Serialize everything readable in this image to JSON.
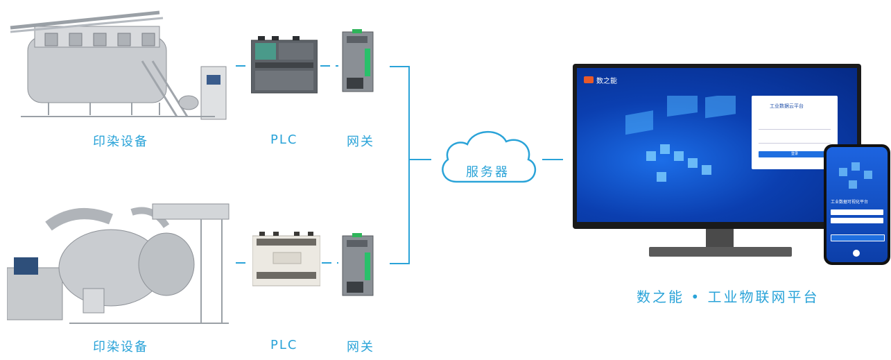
{
  "devices": [
    {
      "equipment": "印染设备",
      "plc": "PLC",
      "gateway": "网关"
    },
    {
      "equipment": "印染设备",
      "plc": "PLC",
      "gateway": "网关"
    }
  ],
  "server": {
    "label": "服务器"
  },
  "platform": {
    "caption": "数之能 • 工业物联网平台",
    "brand": "数之能",
    "login_title": "工业数据云平台",
    "login_button": "登录",
    "mobile_title": "工业数据可视化平台"
  },
  "colors": {
    "accent": "#2aa3d8",
    "screen": "#0b3fb0"
  }
}
